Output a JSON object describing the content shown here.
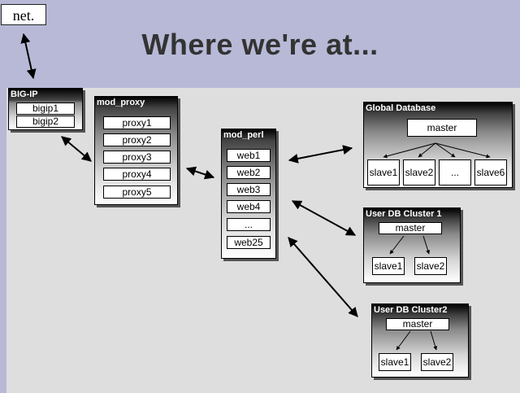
{
  "title": "Where we're at...",
  "net_label": "net.",
  "bigip": {
    "title": "BIG-IP",
    "items": [
      "bigip1",
      "bigip2"
    ]
  },
  "mod_proxy": {
    "title": "mod_proxy",
    "items": [
      "proxy1",
      "proxy2",
      "proxy3",
      "proxy4",
      "proxy5"
    ]
  },
  "mod_perl": {
    "title": "mod_perl",
    "items": [
      "web1",
      "web2",
      "web3",
      "web4",
      "...",
      "web25"
    ]
  },
  "global_db": {
    "title": "Global Database",
    "master": "master",
    "slaves": [
      "slave1",
      "slave2",
      "...",
      "slave6"
    ]
  },
  "user_db1": {
    "title": "User DB Cluster 1",
    "master": "master",
    "slaves": [
      "slave1",
      "slave2"
    ]
  },
  "user_db2": {
    "title": "User DB Cluster2",
    "master": "master",
    "slaves": [
      "slave1",
      "slave2"
    ]
  }
}
